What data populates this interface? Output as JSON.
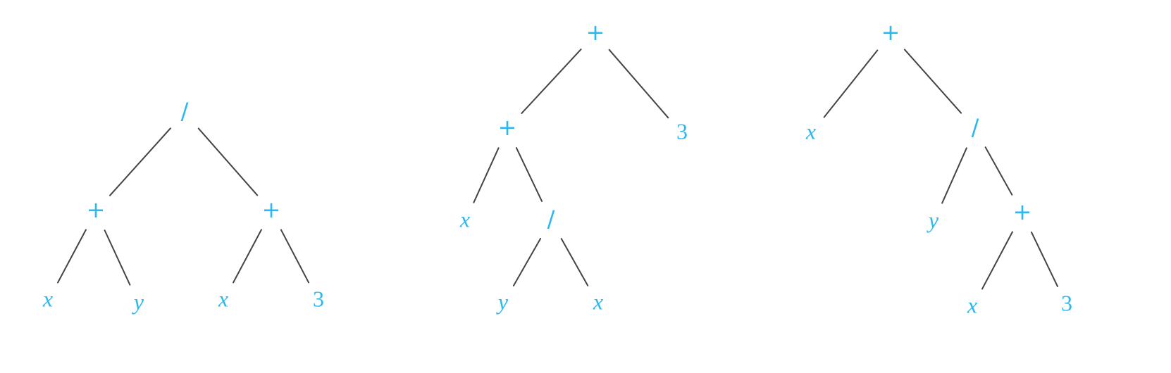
{
  "colors": {
    "label": "#2ab8f0",
    "edge": "#444444"
  },
  "trees": [
    {
      "nodes": [
        {
          "id": "t1-root",
          "label": "/",
          "kind": "op"
        },
        {
          "id": "t1-l",
          "label": "+",
          "kind": "op"
        },
        {
          "id": "t1-r",
          "label": "+",
          "kind": "op"
        },
        {
          "id": "t1-ll",
          "label": "x",
          "kind": "var"
        },
        {
          "id": "t1-lr",
          "label": "y",
          "kind": "var"
        },
        {
          "id": "t1-rl",
          "label": "x",
          "kind": "var"
        },
        {
          "id": "t1-rr",
          "label": "3",
          "kind": "num"
        }
      ],
      "edges": [
        [
          "t1-root",
          "t1-l"
        ],
        [
          "t1-root",
          "t1-r"
        ],
        [
          "t1-l",
          "t1-ll"
        ],
        [
          "t1-l",
          "t1-lr"
        ],
        [
          "t1-r",
          "t1-rl"
        ],
        [
          "t1-r",
          "t1-rr"
        ]
      ]
    },
    {
      "nodes": [
        {
          "id": "t2-root",
          "label": "+",
          "kind": "op"
        },
        {
          "id": "t2-l",
          "label": "+",
          "kind": "op"
        },
        {
          "id": "t2-r",
          "label": "3",
          "kind": "num"
        },
        {
          "id": "t2-ll",
          "label": "x",
          "kind": "var"
        },
        {
          "id": "t2-lr",
          "label": "/",
          "kind": "op"
        },
        {
          "id": "t2-lrl",
          "label": "y",
          "kind": "var"
        },
        {
          "id": "t2-lrr",
          "label": "x",
          "kind": "var"
        }
      ],
      "edges": [
        [
          "t2-root",
          "t2-l"
        ],
        [
          "t2-root",
          "t2-r"
        ],
        [
          "t2-l",
          "t2-ll"
        ],
        [
          "t2-l",
          "t2-lr"
        ],
        [
          "t2-lr",
          "t2-lrl"
        ],
        [
          "t2-lr",
          "t2-lrr"
        ]
      ]
    },
    {
      "nodes": [
        {
          "id": "t3-root",
          "label": "+",
          "kind": "op"
        },
        {
          "id": "t3-l",
          "label": "x",
          "kind": "var"
        },
        {
          "id": "t3-r",
          "label": "/",
          "kind": "op"
        },
        {
          "id": "t3-rl",
          "label": "y",
          "kind": "var"
        },
        {
          "id": "t3-rr",
          "label": "+",
          "kind": "op"
        },
        {
          "id": "t3-rrl",
          "label": "x",
          "kind": "var"
        },
        {
          "id": "t3-rrr",
          "label": "3",
          "kind": "num"
        }
      ],
      "edges": [
        [
          "t3-root",
          "t3-l"
        ],
        [
          "t3-root",
          "t3-r"
        ],
        [
          "t3-r",
          "t3-rl"
        ],
        [
          "t3-r",
          "t3-rr"
        ],
        [
          "t3-rr",
          "t3-rrl"
        ],
        [
          "t3-rr",
          "t3-rrr"
        ]
      ]
    }
  ]
}
